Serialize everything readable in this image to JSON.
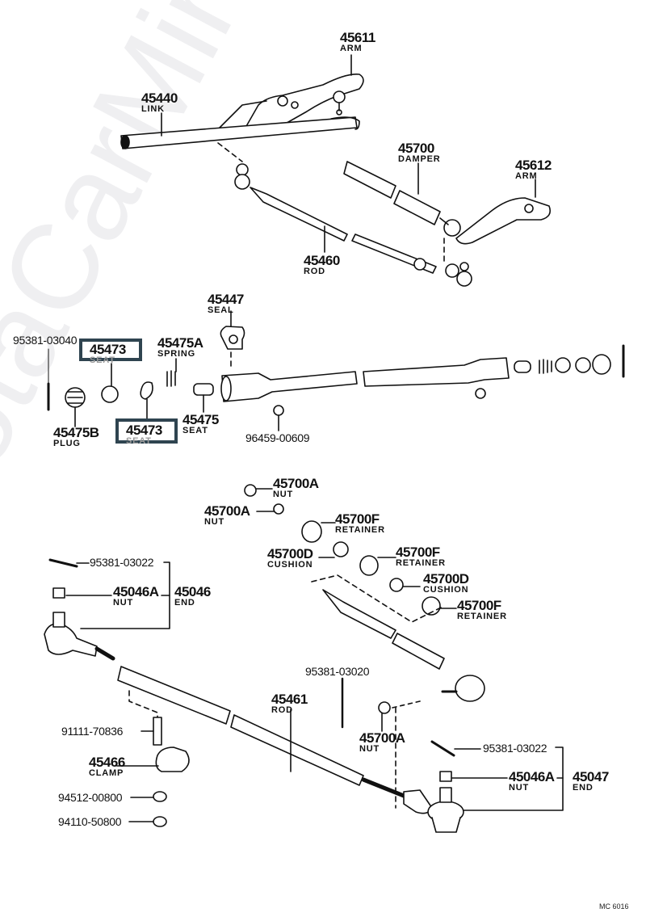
{
  "diagram": {
    "title_code": "MC 6016",
    "watermark": "ToyotaCarMirror.ru",
    "highlight_color": "#2f4450",
    "line_color": "#111111",
    "labels": [
      {
        "id": "45611",
        "part": "45611",
        "name": "ARM"
      },
      {
        "id": "45440",
        "part": "45440",
        "name": "LINK"
      },
      {
        "id": "45700",
        "part": "45700",
        "name": "DAMPER"
      },
      {
        "id": "45612",
        "part": "45612",
        "name": "ARM"
      },
      {
        "id": "45460",
        "part": "45460",
        "name": "ROD"
      },
      {
        "id": "45447",
        "part": "45447",
        "name": "SEAL"
      },
      {
        "id": "95381-03040",
        "part": "95381-03040",
        "name": ""
      },
      {
        "id": "45473-top",
        "part": "45473",
        "name": "SEAT",
        "highlighted": true
      },
      {
        "id": "45475A",
        "part": "45475A",
        "name": "SPRING"
      },
      {
        "id": "45475B",
        "part": "45475B",
        "name": "PLUG"
      },
      {
        "id": "45473-bottom",
        "part": "45473",
        "name": "SEAT",
        "highlighted": true
      },
      {
        "id": "45475",
        "part": "45475",
        "name": "SEAT"
      },
      {
        "id": "96459-00609",
        "part": "96459-00609",
        "name": ""
      },
      {
        "id": "45700A-1",
        "part": "45700A",
        "name": "NUT"
      },
      {
        "id": "45700A-2",
        "part": "45700A",
        "name": "NUT"
      },
      {
        "id": "45700F-1",
        "part": "45700F",
        "name": "RETAINER"
      },
      {
        "id": "45700D-1",
        "part": "45700D",
        "name": "CUSHION"
      },
      {
        "id": "45700F-2",
        "part": "45700F",
        "name": "RETAINER"
      },
      {
        "id": "45700D-2",
        "part": "45700D",
        "name": "CUSHION"
      },
      {
        "id": "45700F-3",
        "part": "45700F",
        "name": "RETAINER"
      },
      {
        "id": "95381-03022-left",
        "part": "95381-03022",
        "name": ""
      },
      {
        "id": "45046A-left",
        "part": "45046A",
        "name": "NUT"
      },
      {
        "id": "45046",
        "part": "45046",
        "name": "END"
      },
      {
        "id": "95381-03020",
        "part": "95381-03020",
        "name": ""
      },
      {
        "id": "45461",
        "part": "45461",
        "name": "ROD"
      },
      {
        "id": "91111-70836",
        "part": "91111-70836",
        "name": ""
      },
      {
        "id": "45700A-3",
        "part": "45700A",
        "name": "NUT"
      },
      {
        "id": "45466",
        "part": "45466",
        "name": "CLAMP"
      },
      {
        "id": "95381-03022-right",
        "part": "95381-03022",
        "name": ""
      },
      {
        "id": "45046A-right",
        "part": "45046A",
        "name": "NUT"
      },
      {
        "id": "45047",
        "part": "45047",
        "name": "END"
      },
      {
        "id": "94512-00800",
        "part": "94512-00800",
        "name": ""
      },
      {
        "id": "94110-50800",
        "part": "94110-50800",
        "name": ""
      }
    ]
  }
}
